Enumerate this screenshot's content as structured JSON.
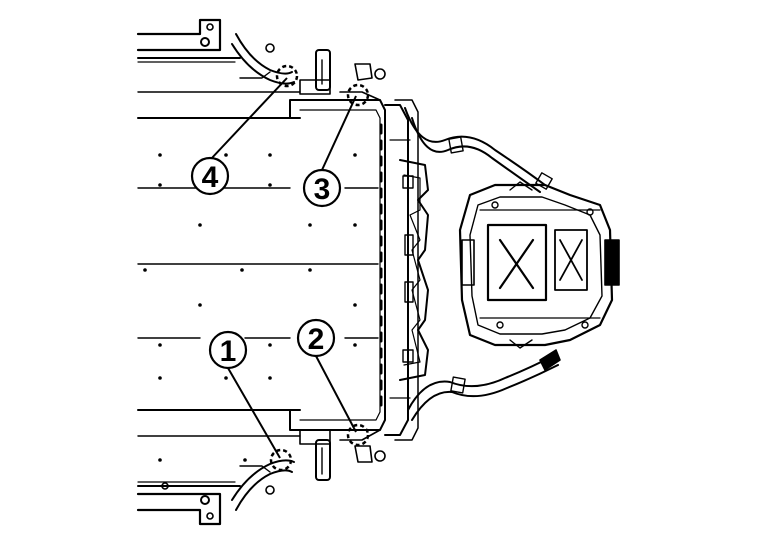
{
  "diagram": {
    "colors": {
      "ink": "#000000",
      "paper": "#ffffff",
      "shade": "#bdbdbd"
    },
    "callouts": [
      {
        "id": "c1",
        "label": "1"
      },
      {
        "id": "c2",
        "label": "2"
      },
      {
        "id": "c3",
        "label": "3"
      },
      {
        "id": "c4",
        "label": "4"
      }
    ]
  }
}
